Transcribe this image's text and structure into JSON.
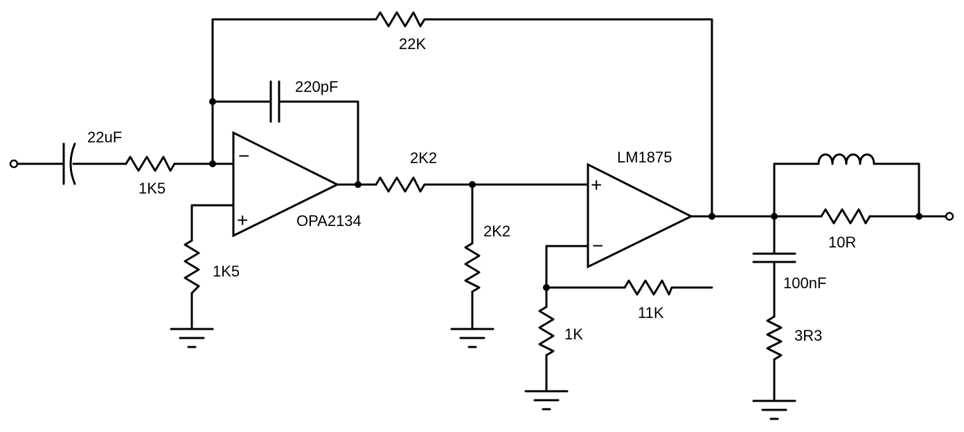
{
  "components": {
    "input_cap": "22uF",
    "input_res": "1K5",
    "bias_res": "1K5",
    "feedback_cap": "220pF",
    "global_feedback_res": "22K",
    "opamp1": "OPA2134",
    "series_res": "2K2",
    "shunt_res": "2K2",
    "opamp2": "LM1875",
    "gain_res_feedback": "11K",
    "gain_res_ground": "1K",
    "zobel_cap": "100nF",
    "zobel_res": "3R3",
    "output_res": "10R"
  },
  "signs": {
    "minus": "−",
    "plus": "+"
  },
  "colors": {
    "line": "#000000",
    "background": "#ffffff"
  }
}
